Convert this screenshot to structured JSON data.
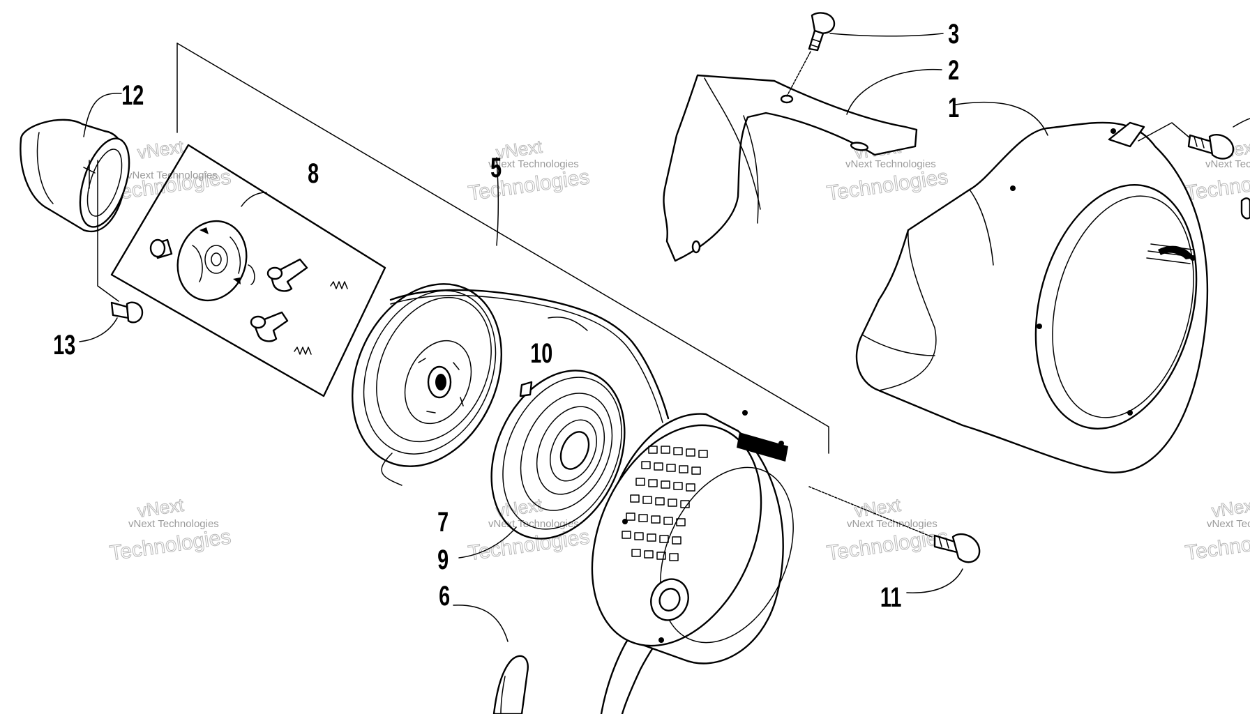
{
  "diagram": {
    "callouts": [
      {
        "id": "1",
        "label": "1"
      },
      {
        "id": "2",
        "label": "2"
      },
      {
        "id": "3",
        "label": "3"
      },
      {
        "id": "5",
        "label": "5"
      },
      {
        "id": "6",
        "label": "6"
      },
      {
        "id": "7",
        "label": "7"
      },
      {
        "id": "8",
        "label": "8"
      },
      {
        "id": "9",
        "label": "9"
      },
      {
        "id": "10",
        "label": "10"
      },
      {
        "id": "11",
        "label": "11"
      },
      {
        "id": "12",
        "label": "12"
      },
      {
        "id": "13",
        "label": "13"
      }
    ],
    "watermark": {
      "line1": "vNext",
      "line2": "Technologies",
      "small": "vNext Technologies"
    }
  }
}
